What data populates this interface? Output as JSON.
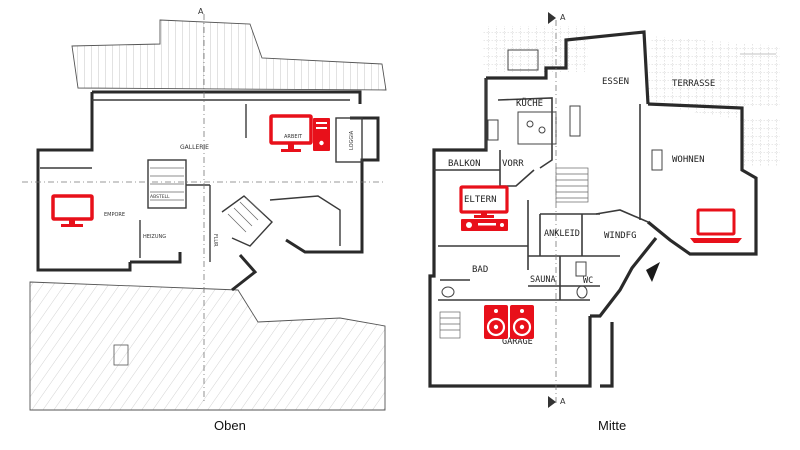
{
  "captions": {
    "left": "Oben",
    "right": "Mitte"
  },
  "top_floor": {
    "labels": {
      "gallerie": "GALLERIE",
      "arbeit": "ARBEIT",
      "loggia": "LOGGIA",
      "empore": "EMPORE",
      "heizung": "HEIZUNG",
      "abstell": "ABSTELL",
      "flur": "FLUR"
    }
  },
  "middle_floor": {
    "labels": {
      "essen": "ESSEN",
      "terrasse": "TERRASSE",
      "kuche": "KÜCHE",
      "balkon": "BALKON",
      "vorr": "VORR",
      "wohnen": "WOHNEN",
      "eltern": "ELTERN",
      "ankleid": "ANKLEID",
      "windfg": "WINDFG",
      "bad": "BAD",
      "sauna": "SAUNA",
      "wc": "WC",
      "garage": "GARAGE"
    },
    "section_marker": "A"
  },
  "colors": {
    "device": "#e8101a",
    "wall": "#2a2a2a",
    "hatch": "#9a9a9a"
  },
  "devices": {
    "top_floor": [
      "monitor-icon",
      "pc-tower-icon",
      "monitor-icon"
    ],
    "middle_floor": [
      "monitor-icon",
      "av-receiver-icon",
      "laptop-icon",
      "speaker-icon",
      "speaker-icon"
    ]
  }
}
